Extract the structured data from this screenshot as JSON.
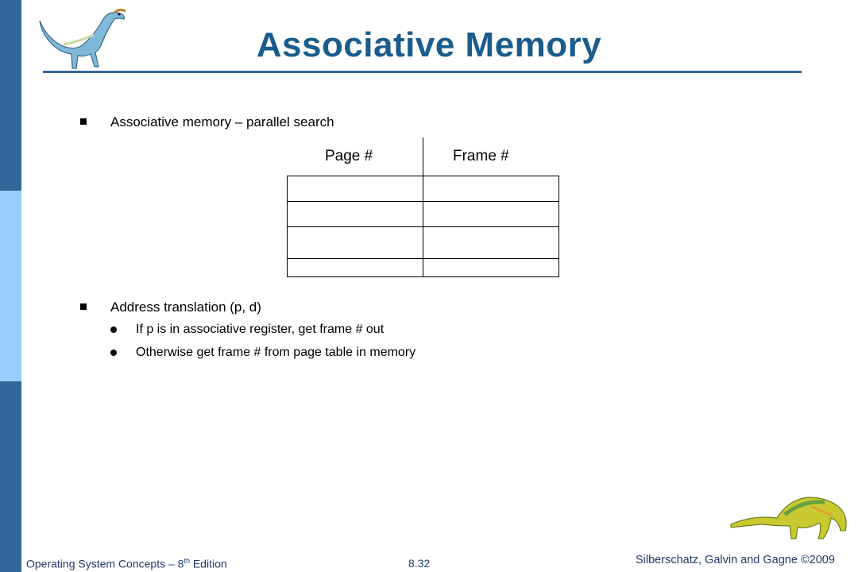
{
  "slide": {
    "title": "Associative Memory",
    "bullets": [
      {
        "text": "Associative memory – parallel search"
      },
      {
        "text": "Address translation (p, d)"
      }
    ],
    "sub_bullets": [
      {
        "text": "If p is in associative register, get frame # out"
      },
      {
        "text": "Otherwise get frame # from page table in memory"
      }
    ],
    "table": {
      "headers": [
        "Page #",
        "Frame #"
      ],
      "rows": [
        [
          "",
          ""
        ],
        [
          "",
          ""
        ],
        [
          "",
          ""
        ],
        [
          "",
          ""
        ]
      ]
    }
  },
  "footer": {
    "book_prefix": "Operating System Concepts – 8",
    "book_sup": "th",
    "book_suffix": " Edition",
    "page_number": "8.32",
    "copyright": "Silberschatz, Galvin and Gagne ©2009"
  },
  "colors": {
    "sidebar_dark": "#336699",
    "sidebar_light": "#99ccff",
    "title": "#1a5c8c"
  },
  "icons": {
    "logo": "dinosaur-icon",
    "footer_art": "dinosaur-icon"
  }
}
